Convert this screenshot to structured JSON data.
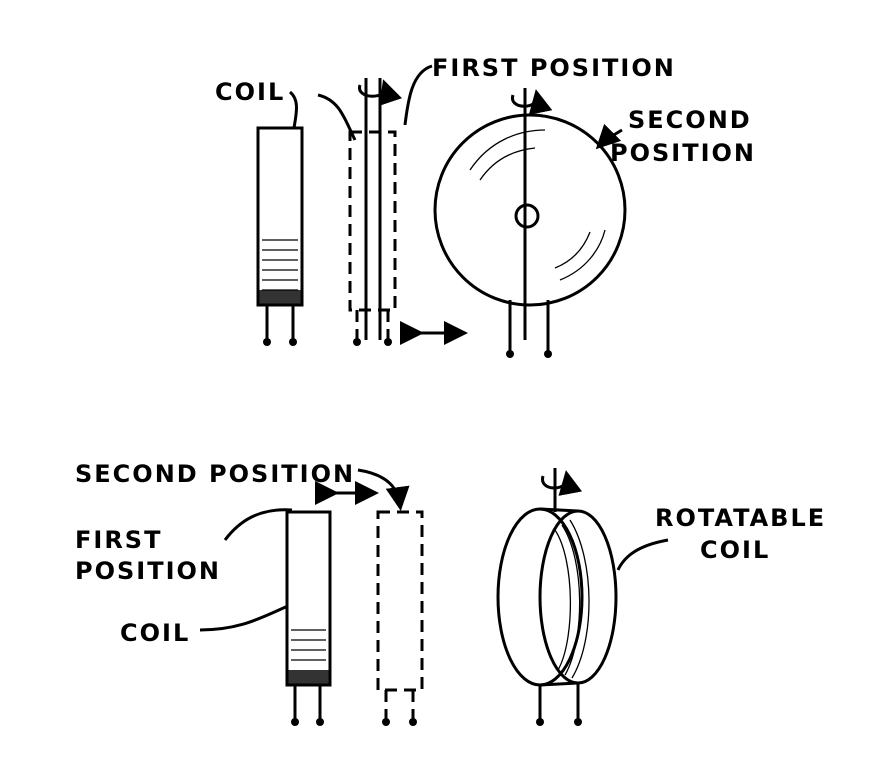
{
  "top_figure": {
    "coil_label": "COIL",
    "first_position_label": "FIRST POSITION",
    "second_position_label_line1": "SECOND",
    "second_position_label_line2": "POSITION"
  },
  "bottom_figure": {
    "second_position_label": "SECOND POSITION",
    "first_position_label_line1": "FIRST",
    "first_position_label_line2": "POSITION",
    "coil_label": "COIL",
    "rotatable_coil_label_line1": "ROTATABLE",
    "rotatable_coil_label_line2": "COIL"
  }
}
